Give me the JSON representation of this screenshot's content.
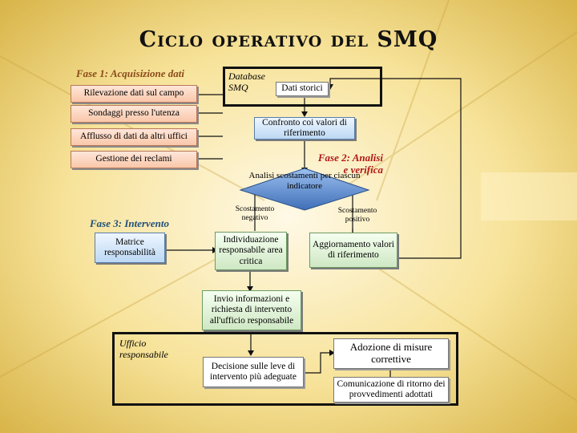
{
  "title": "Ciclo operativo del SMQ",
  "phases": {
    "fase1": "Fase 1: Acquisizione dati",
    "fase2": "Fase 2: Analisi e verifica",
    "fase3": "Fase 3: Intervento"
  },
  "inputs": [
    "Rilevazione dati sul campo",
    "Sondaggi presso l'utenza",
    "Afflusso di dati da altri uffici",
    "Gestione dei reclami"
  ],
  "database": {
    "label": "Database SMQ",
    "storici": "Dati storici"
  },
  "confronto": "Confronto coi valori di riferimento",
  "analisi": "Analisi scostamenti per ciascun indicatore",
  "scostamento_negativo": "Scostamento negativo",
  "scostamento_positivo": "Scostamento positivo",
  "matrice": "Matrice responsabilità",
  "individuazione": "Individuazione responsabile area critica",
  "aggiornamento": "Aggiornamento valori di riferimento",
  "invio": "Invio informazioni e richiesta di intervento all'ufficio responsabile",
  "ufficio": "Ufficio responsabile",
  "decisione": "Decisione sulle leve di intervento più adeguate",
  "adozione": "Adozione di misure correttive",
  "comunicazione": "Comunicazione di ritorno dei provvedimenti adottati",
  "colors": {
    "pink_box": "#f9c7a9",
    "blue_box": "#bcd8f3",
    "diamond": "#4f7fc7",
    "background": "#f3d77a"
  }
}
